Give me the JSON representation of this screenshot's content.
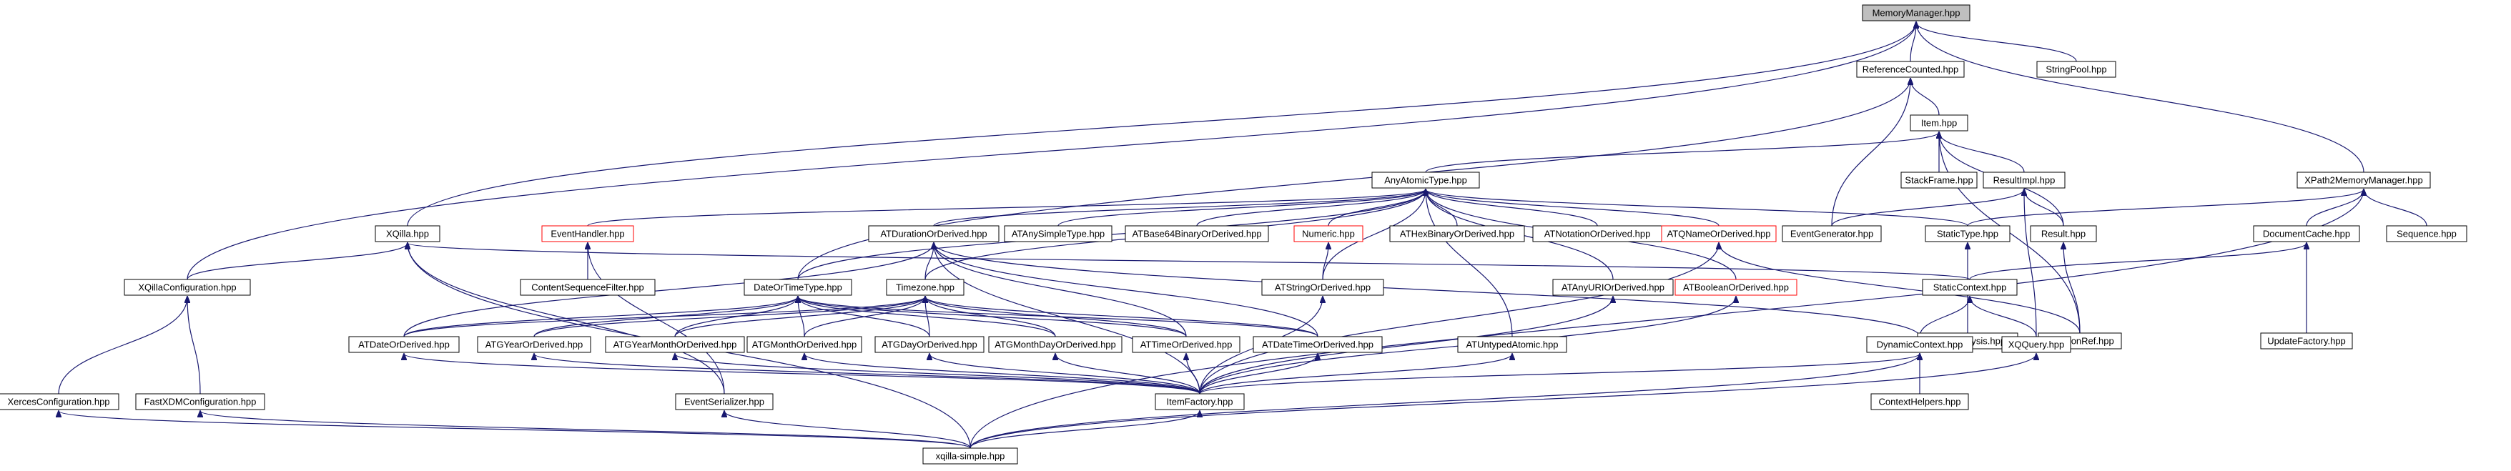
{
  "graph": {
    "nodes": [
      {
        "id": "memorymanager",
        "label": "MemoryManager.hpp"
      },
      {
        "id": "referencecounted",
        "label": "ReferenceCounted.hpp"
      },
      {
        "id": "stringpool",
        "label": "StringPool.hpp"
      },
      {
        "id": "item",
        "label": "Item.hpp"
      },
      {
        "id": "xpath2memorymanager",
        "label": "XPath2MemoryManager.hpp"
      },
      {
        "id": "anyatomictype",
        "label": "AnyAtomicType.hpp"
      },
      {
        "id": "stackframe",
        "label": "StackFrame.hpp"
      },
      {
        "id": "resultimpl",
        "label": "ResultImpl.hpp"
      },
      {
        "id": "xqilla",
        "label": "XQilla.hpp"
      },
      {
        "id": "eventhandler",
        "label": "EventHandler.hpp"
      },
      {
        "id": "atdurationorderived",
        "label": "ATDurationOrDerived.hpp"
      },
      {
        "id": "atanysimpletype",
        "label": "ATAnySimpleType.hpp"
      },
      {
        "id": "atbase64binaryorderived",
        "label": "ATBase64BinaryOrDerived.hpp"
      },
      {
        "id": "numeric",
        "label": "Numeric.hpp"
      },
      {
        "id": "athexbinaryorderived",
        "label": "ATHexBinaryOrDerived.hpp"
      },
      {
        "id": "atnotationorderived",
        "label": "ATNotationOrDerived.hpp"
      },
      {
        "id": "atqnameorderived",
        "label": "ATQNameOrDerived.hpp"
      },
      {
        "id": "eventgenerator",
        "label": "EventGenerator.hpp"
      },
      {
        "id": "statictype",
        "label": "StaticType.hpp"
      },
      {
        "id": "result",
        "label": "Result.hpp"
      },
      {
        "id": "documentcache",
        "label": "DocumentCache.hpp"
      },
      {
        "id": "sequence",
        "label": "Sequence.hpp"
      },
      {
        "id": "xqillaconfiguration",
        "label": "XQillaConfiguration.hpp"
      },
      {
        "id": "contentsequencefilter",
        "label": "ContentSequenceFilter.hpp"
      },
      {
        "id": "datetimetype",
        "label": "DateOrTimeType.hpp"
      },
      {
        "id": "timezone",
        "label": "Timezone.hpp"
      },
      {
        "id": "atstringorderived",
        "label": "ATStringOrDerived.hpp"
      },
      {
        "id": "atanyuriorderived",
        "label": "ATAnyURIOrDerived.hpp"
      },
      {
        "id": "atbooleanorderived",
        "label": "ATBooleanOrDerived.hpp"
      },
      {
        "id": "staticcontext",
        "label": "StaticContext.hpp"
      },
      {
        "id": "staticanalysis",
        "label": "StaticAnalysis.hpp"
      },
      {
        "id": "functionref",
        "label": "FunctionRef.hpp"
      },
      {
        "id": "updatefactory",
        "label": "UpdateFactory.hpp"
      },
      {
        "id": "atdateorderived",
        "label": "ATDateOrDerived.hpp"
      },
      {
        "id": "atgyearorderived",
        "label": "ATGYearOrDerived.hpp"
      },
      {
        "id": "atgyearmonthorderived",
        "label": "ATGYearMonthOrDerived.hpp"
      },
      {
        "id": "atgmonthorderived",
        "label": "ATGMonthOrDerived.hpp"
      },
      {
        "id": "atgdayorderived",
        "label": "ATGDayOrDerived.hpp"
      },
      {
        "id": "atgmonthdayorderived",
        "label": "ATGMonthDayOrDerived.hpp"
      },
      {
        "id": "attimeorderived",
        "label": "ATTimeOrDerived.hpp"
      },
      {
        "id": "atdatetimeorderived",
        "label": "ATDateTimeOrDerived.hpp"
      },
      {
        "id": "atuntypedatomic",
        "label": "ATUntypedAtomic.hpp"
      },
      {
        "id": "dynamiccontext",
        "label": "DynamicContext.hpp"
      },
      {
        "id": "xqquery",
        "label": "XQQuery.hpp"
      },
      {
        "id": "xercesconfiguration",
        "label": "XercesConfiguration.hpp"
      },
      {
        "id": "fastxdmconfiguration",
        "label": "FastXDMConfiguration.hpp"
      },
      {
        "id": "eventserializer",
        "label": "EventSerializer.hpp"
      },
      {
        "id": "itemfactory",
        "label": "ItemFactory.hpp"
      },
      {
        "id": "contexthelpers",
        "label": "ContextHelpers.hpp"
      },
      {
        "id": "xqillasimple",
        "label": "xqilla-simple.hpp"
      }
    ],
    "red_bordered": [
      "eventhandler",
      "numeric",
      "atqnameorderived",
      "atbooleanorderived"
    ],
    "root": "memorymanager",
    "edges": [
      [
        "referencecounted",
        "memorymanager"
      ],
      [
        "stringpool",
        "memorymanager"
      ],
      [
        "xpath2memorymanager",
        "memorymanager"
      ],
      [
        "xqillaconfiguration",
        "memorymanager"
      ],
      [
        "xqilla",
        "memorymanager"
      ],
      [
        "item",
        "referencecounted"
      ],
      [
        "datetimetype",
        "referencecounted"
      ],
      [
        "eventgenerator",
        "referencecounted"
      ],
      [
        "anyatomictype",
        "item"
      ],
      [
        "stackframe",
        "item"
      ],
      [
        "resultimpl",
        "item"
      ],
      [
        "result",
        "item"
      ],
      [
        "functionref",
        "item"
      ],
      [
        "statictype",
        "xpath2memorymanager"
      ],
      [
        "documentcache",
        "xpath2memorymanager"
      ],
      [
        "sequence",
        "xpath2memorymanager"
      ],
      [
        "xqillasimple",
        "xpath2memorymanager"
      ],
      [
        "eventgenerator",
        "resultimpl"
      ],
      [
        "result",
        "resultimpl"
      ],
      [
        "xqquery",
        "resultimpl"
      ],
      [
        "eventhandler",
        "anyatomictype"
      ],
      [
        "atdurationorderived",
        "anyatomictype"
      ],
      [
        "atanysimpletype",
        "anyatomictype"
      ],
      [
        "atbase64binaryorderived",
        "anyatomictype"
      ],
      [
        "numeric",
        "anyatomictype"
      ],
      [
        "athexbinaryorderived",
        "anyatomictype"
      ],
      [
        "atnotationorderived",
        "anyatomictype"
      ],
      [
        "atqnameorderived",
        "anyatomictype"
      ],
      [
        "statictype",
        "anyatomictype"
      ],
      [
        "datetimetype",
        "anyatomictype"
      ],
      [
        "timezone",
        "anyatomictype"
      ],
      [
        "atstringorderived",
        "anyatomictype"
      ],
      [
        "atanyuriorderived",
        "anyatomictype"
      ],
      [
        "atbooleanorderived",
        "anyatomictype"
      ],
      [
        "atuntypedatomic",
        "anyatomictype"
      ],
      [
        "xqillaconfiguration",
        "xqilla"
      ],
      [
        "staticcontext",
        "xqilla"
      ],
      [
        "xqillasimple",
        "xqilla"
      ],
      [
        "eventserializer",
        "xqilla"
      ],
      [
        "contentsequencefilter",
        "eventhandler"
      ],
      [
        "eventserializer",
        "eventhandler"
      ],
      [
        "timezone",
        "atdurationorderived"
      ],
      [
        "atdateorderived",
        "atdurationorderived"
      ],
      [
        "attimeorderived",
        "atdurationorderived"
      ],
      [
        "atdatetimeorderived",
        "atdurationorderived"
      ],
      [
        "itemfactory",
        "atdurationorderived"
      ],
      [
        "dynamiccontext",
        "atdurationorderived"
      ],
      [
        "atstringorderived",
        "numeric"
      ],
      [
        "itemfactory",
        "atqnameorderived"
      ],
      [
        "functionref",
        "atqnameorderived"
      ],
      [
        "staticanalysis",
        "statictype"
      ],
      [
        "functionref",
        "result"
      ],
      [
        "staticcontext",
        "documentcache"
      ],
      [
        "updatefactory",
        "documentcache"
      ],
      [
        "xercesconfiguration",
        "xqillaconfiguration"
      ],
      [
        "fastxdmconfiguration",
        "xqillaconfiguration"
      ],
      [
        "atdateorderived",
        "datetimetype"
      ],
      [
        "atgyearorderived",
        "datetimetype"
      ],
      [
        "atgyearmonthorderived",
        "datetimetype"
      ],
      [
        "atgmonthorderived",
        "datetimetype"
      ],
      [
        "atgdayorderived",
        "datetimetype"
      ],
      [
        "atgmonthdayorderived",
        "datetimetype"
      ],
      [
        "attimeorderived",
        "datetimetype"
      ],
      [
        "atdatetimeorderived",
        "datetimetype"
      ],
      [
        "atdateorderived",
        "timezone"
      ],
      [
        "atgyearorderived",
        "timezone"
      ],
      [
        "atgyearmonthorderived",
        "timezone"
      ],
      [
        "atgmonthorderived",
        "timezone"
      ],
      [
        "atgdayorderived",
        "timezone"
      ],
      [
        "atgmonthdayorderived",
        "timezone"
      ],
      [
        "attimeorderived",
        "timezone"
      ],
      [
        "atdatetimeorderived",
        "timezone"
      ],
      [
        "itemfactory",
        "atstringorderived"
      ],
      [
        "itemfactory",
        "atanyuriorderived"
      ],
      [
        "itemfactory",
        "atbooleanorderived"
      ],
      [
        "dynamiccontext",
        "staticcontext"
      ],
      [
        "xqquery",
        "staticcontext"
      ],
      [
        "itemfactory",
        "atdateorderived"
      ],
      [
        "itemfactory",
        "atgyearorderived"
      ],
      [
        "itemfactory",
        "atgyearmonthorderived"
      ],
      [
        "itemfactory",
        "atgmonthorderived"
      ],
      [
        "itemfactory",
        "atgdayorderived"
      ],
      [
        "itemfactory",
        "atgmonthdayorderived"
      ],
      [
        "itemfactory",
        "attimeorderived"
      ],
      [
        "itemfactory",
        "atdatetimeorderived"
      ],
      [
        "itemfactory",
        "atuntypedatomic"
      ],
      [
        "itemfactory",
        "dynamiccontext"
      ],
      [
        "contexthelpers",
        "dynamiccontext"
      ],
      [
        "xqillasimple",
        "dynamiccontext"
      ],
      [
        "xqillasimple",
        "xqquery"
      ],
      [
        "xqillasimple",
        "xercesconfiguration"
      ],
      [
        "xqillasimple",
        "fastxdmconfiguration"
      ],
      [
        "xqillasimple",
        "eventserializer"
      ],
      [
        "xqillasimple",
        "itemfactory"
      ]
    ]
  }
}
